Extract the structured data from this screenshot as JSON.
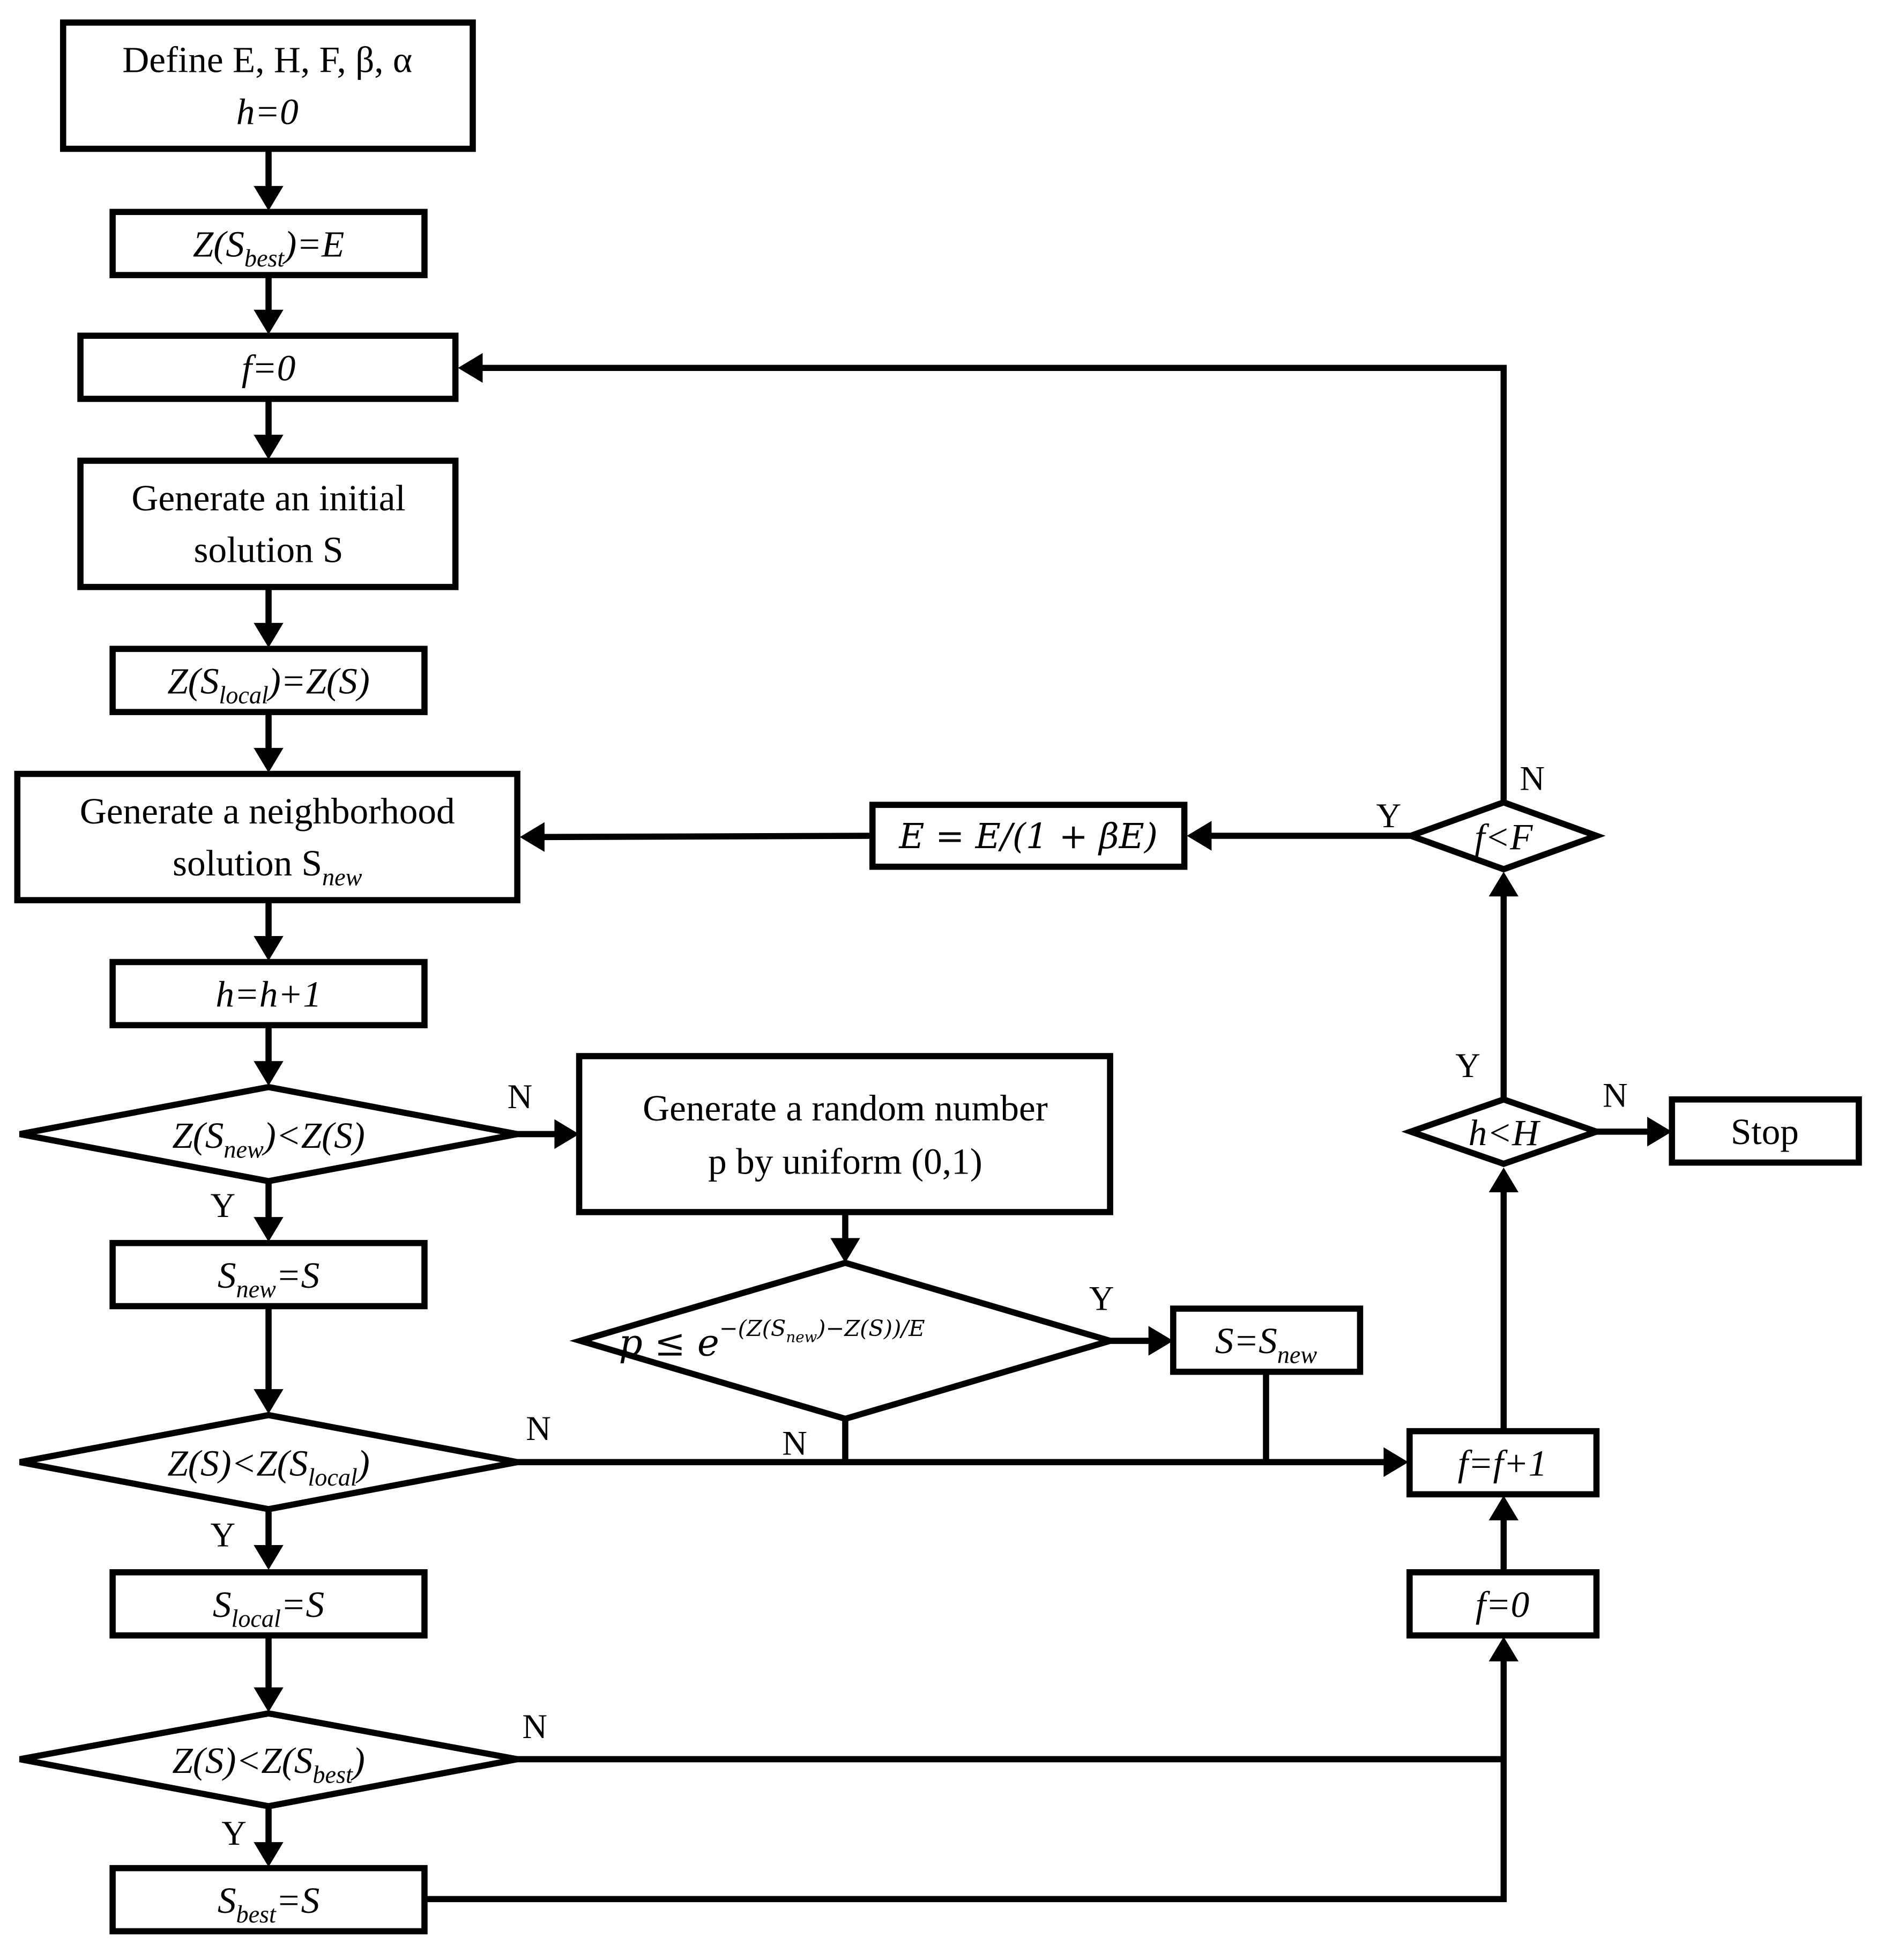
{
  "nodes": {
    "define": {
      "line1": "Define E, H, F, β, α",
      "line2": "h=0"
    },
    "zbest_init": {
      "a": "Z(S",
      "sub": "best",
      "b": ")=E"
    },
    "f0_top": {
      "text": "f=0"
    },
    "init_solution": {
      "line1": "Generate an initial",
      "line2": "solution S"
    },
    "zlocal_init": {
      "a": "Z(S",
      "sub": "local",
      "b": ")=Z(S)"
    },
    "neighborhood": {
      "line1": "Generate a neighborhood",
      "line2a": "solution S",
      "line2sub": "new"
    },
    "h_inc": {
      "text": "h=h+1"
    },
    "cmp_new": {
      "a": "Z(S",
      "sub": "new",
      "b": ")<Z(S)"
    },
    "random": {
      "line1": "Generate a random number",
      "line2": "p by uniform (0,1)"
    },
    "snew_eq_s": {
      "a": "S",
      "sub": "new",
      "b": "=S"
    },
    "prob_test": {
      "lhs": "p ≤ e",
      "exp": "−(Z(S",
      "exp_sub": "new",
      "exp_rest": ")−Z(S))/E"
    },
    "s_eq_snew": {
      "a": "S=S",
      "sub": "new"
    },
    "cmp_local": {
      "a": "Z(S)<Z(S",
      "sub": "local",
      "b": ")"
    },
    "f_inc": {
      "text": "f=f+1"
    },
    "slocal_eq_s": {
      "a": "S",
      "sub": "local",
      "b": "=S"
    },
    "f0_bottom": {
      "text": "f=0"
    },
    "cmp_best": {
      "a": "Z(S)<Z(S",
      "sub": "best",
      "b": ")"
    },
    "sbest_eq_s": {
      "a": "S",
      "sub": "best",
      "b": "=S"
    },
    "h_lt_H": {
      "text": "h<H"
    },
    "f_lt_F": {
      "text": "f<F"
    },
    "e_update": {
      "text": "E = E/(1 + βE)"
    },
    "stop": {
      "text": "Stop"
    }
  },
  "edge_labels": {
    "cmp_new_no": "N",
    "cmp_new_yes": "Y",
    "prob_yes": "Y",
    "prob_no": "N",
    "cmp_local_no": "N",
    "cmp_local_yes": "Y",
    "cmp_best_no": "N",
    "cmp_best_yes": "Y",
    "h_lt_H_yes": "Y",
    "h_lt_H_no": "N",
    "f_lt_F_yes": "Y",
    "f_lt_F_no": "N"
  }
}
